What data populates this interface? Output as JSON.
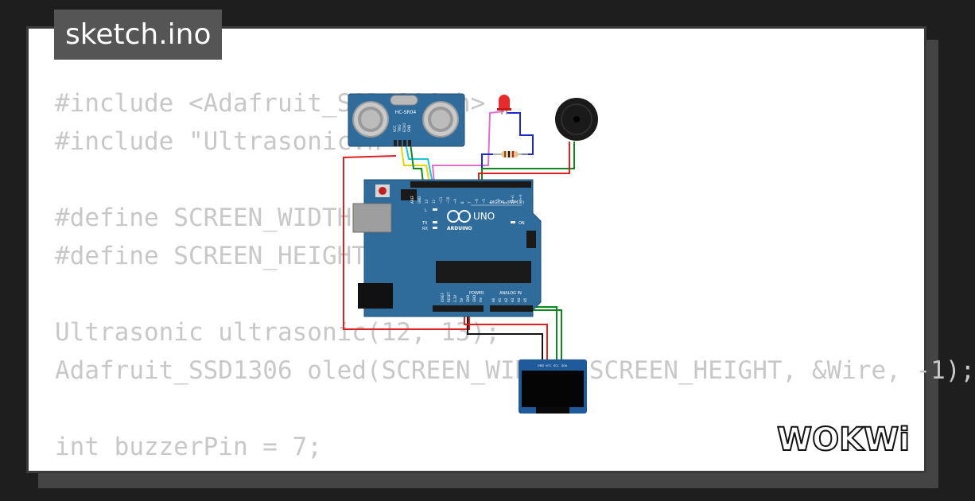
{
  "file": {
    "name": "sketch.ino"
  },
  "code": [
    "#include <Adafruit_SSD1306.h>",
    "#include \"Ultrasonic.h\"",
    "",
    "#define SCREEN_WIDTH 128",
    "#define SCREEN_HEIGHT 64",
    "",
    "Ultrasonic ultrasonic(12, 13);",
    "Adafruit_SSD1306 oled(SCREEN_WIDTH, SCREEN_HEIGHT, &Wire, -1);",
    "",
    "int buzzerPin = 7;"
  ],
  "components": {
    "sensor_label": "HC-SR04",
    "sensor_pins": [
      "VCC",
      "TRIG",
      "ECHO",
      "GND"
    ],
    "board_label": "UNO",
    "board_brand": "ARDUINO",
    "digital_header": "DIGITAL (PWM ~)",
    "digital_pins": [
      "AREF",
      "GND",
      "13",
      "12",
      "~11",
      "~10",
      "~9",
      "8",
      "7",
      "~6",
      "~5",
      "4",
      "~3",
      "2",
      "TX→1",
      "RX←0"
    ],
    "power_header": "POWER",
    "power_pins": [
      "IOREF",
      "RESET",
      "3.3V",
      "5V",
      "GND",
      "GND",
      "Vin"
    ],
    "analog_header": "ANALOG IN",
    "analog_pins": [
      "A0",
      "A1",
      "A2",
      "A3",
      "A4",
      "A5"
    ],
    "tx_label": "TX",
    "rx_label": "RX",
    "l_label": "L",
    "on_label": "ON",
    "oled_pins": [
      "GND",
      "VCC",
      "SCL",
      "SDA"
    ]
  },
  "brand": {
    "logo": "WOKWi"
  },
  "colors": {
    "board": "#2f6c9c",
    "wire_red": "#e02020",
    "wire_black": "#111111",
    "wire_green": "#0a8a1a",
    "wire_yellow": "#e8d400",
    "wire_cyan": "#19c6e0",
    "wire_pink": "#e070d0",
    "wire_blue": "#1a2ad0"
  }
}
